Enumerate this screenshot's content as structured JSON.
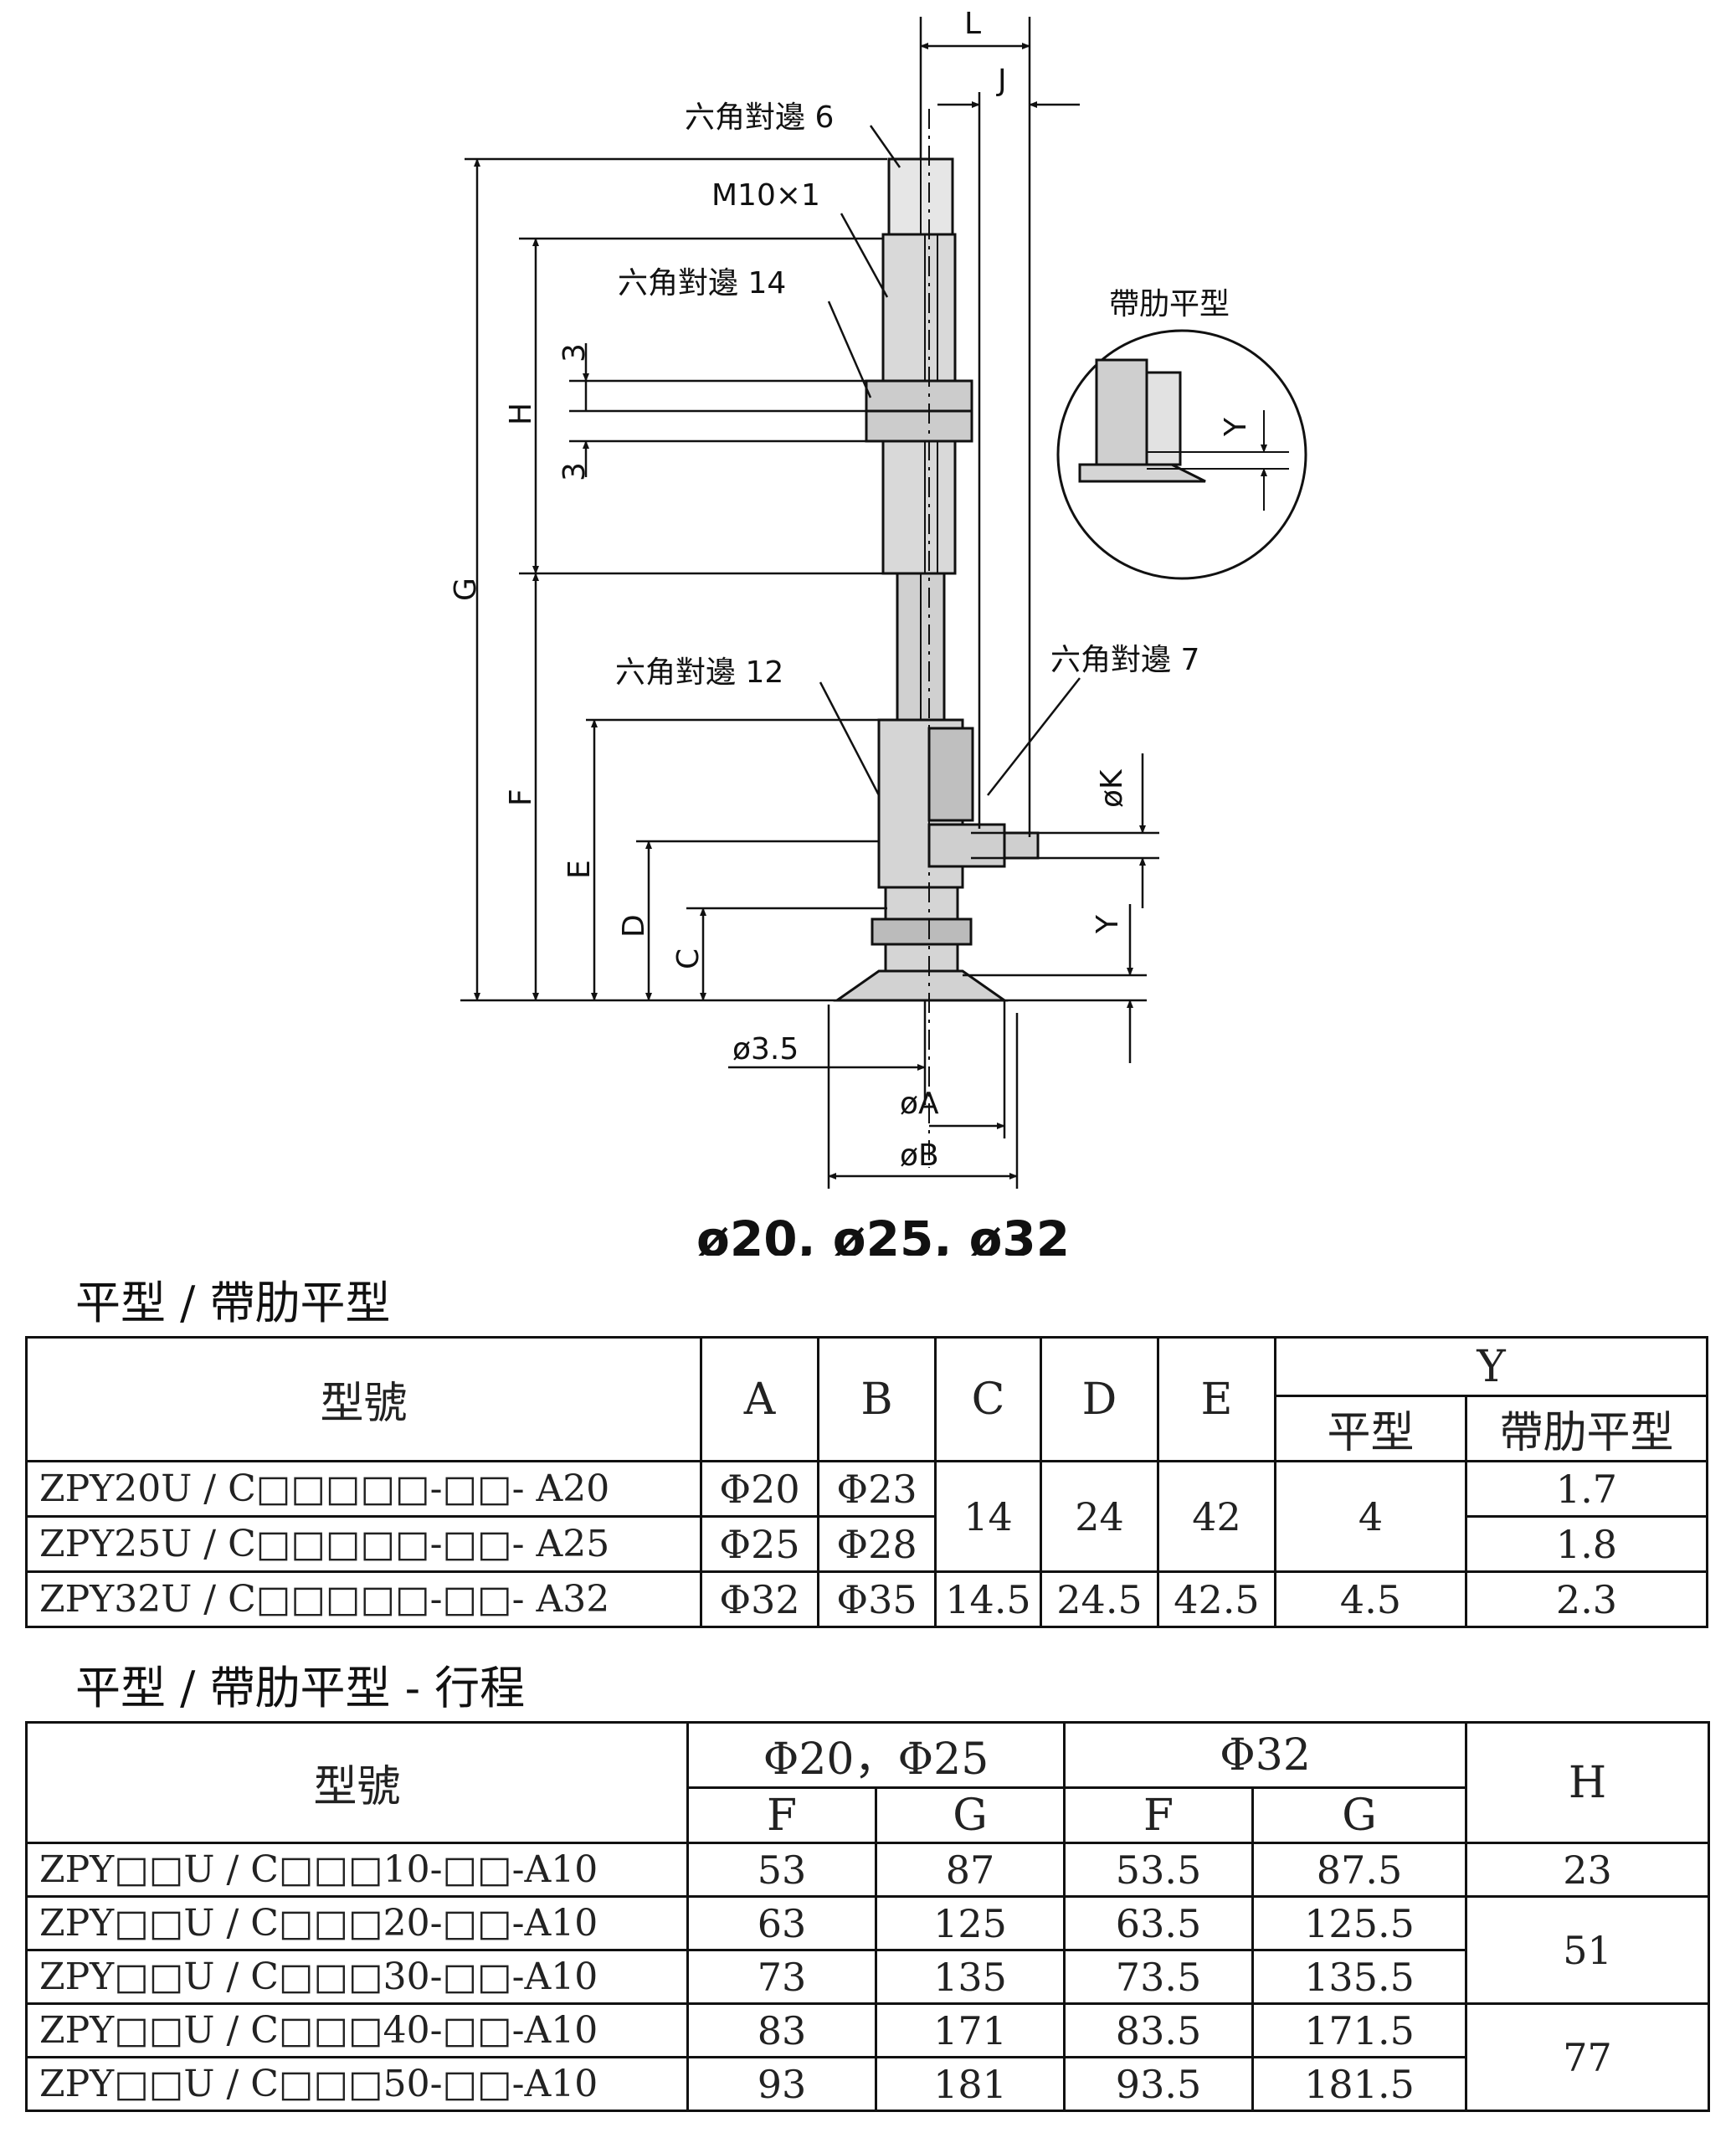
{
  "drawing": {
    "labels": {
      "hex6": "六角對邊 6",
      "m10": "M10×1",
      "hex14": "六角對邊 14",
      "hex12": "六角對邊 12",
      "hex7": "六角對邊 7",
      "ribbed_title": "帶肋平型"
    },
    "dims": {
      "L": "L",
      "J": "J",
      "G": "G",
      "H": "H",
      "three_top": "3",
      "three_bottom": "3",
      "F": "F",
      "E": "E",
      "D": "D",
      "C": "C",
      "K": "øK",
      "Y": "Y",
      "Y_detail": "Y",
      "phi35": "ø3.5",
      "A": "øA",
      "B": "øB"
    },
    "caption": "ø20, ø25, ø32"
  },
  "table1": {
    "title": "平型 / 帶肋平型",
    "headers": {
      "model": "型號",
      "A": "A",
      "B": "B",
      "C": "C",
      "D": "D",
      "E": "E",
      "Y": "Y",
      "Y_flat": "平型",
      "Y_ribbed": "帶肋平型"
    },
    "rows": [
      {
        "model": "ZPY20U / C□□□□□-□□- A20",
        "A": "Φ20",
        "B": "Φ23",
        "Y_ribbed": "1.7"
      },
      {
        "model": "ZPY25U / C□□□□□-□□- A25",
        "A": "Φ25",
        "B": "Φ28",
        "Y_ribbed": "1.8"
      },
      {
        "model": "ZPY32U / C□□□□□-□□- A32",
        "A": "Φ32",
        "B": "Φ35",
        "C": "14.5",
        "D": "24.5",
        "E": "42.5",
        "Y_flat": "4.5",
        "Y_ribbed": "2.3"
      }
    ],
    "merged": {
      "C": "14",
      "D": "24",
      "E": "42",
      "Y_flat": "4"
    }
  },
  "table2": {
    "title": "平型 / 帶肋平型 - 行程",
    "headers": {
      "model": "型號",
      "group1": "Φ20，Φ25",
      "group2": "Φ32",
      "F": "F",
      "G": "G",
      "H": "H"
    },
    "rows": [
      {
        "model": "ZPY□□U / C□□□10-□□-A10",
        "F1": "53",
        "G1": "87",
        "F2": "53.5",
        "G2": "87.5",
        "H": "23"
      },
      {
        "model": "ZPY□□U / C□□□20-□□-A10",
        "F1": "63",
        "G1": "125",
        "F2": "63.5",
        "G2": "125.5"
      },
      {
        "model": "ZPY□□U / C□□□30-□□-A10",
        "F1": "73",
        "G1": "135",
        "F2": "73.5",
        "G2": "135.5"
      },
      {
        "model": "ZPY□□U / C□□□40-□□-A10",
        "F1": "83",
        "G1": "171",
        "F2": "83.5",
        "G2": "171.5"
      },
      {
        "model": "ZPY□□U / C□□□50-□□-A10",
        "F1": "93",
        "G1": "181",
        "F2": "93.5",
        "G2": "181.5"
      }
    ],
    "merged_H": {
      "rows_2_3": "51",
      "rows_4_5": "77"
    }
  }
}
